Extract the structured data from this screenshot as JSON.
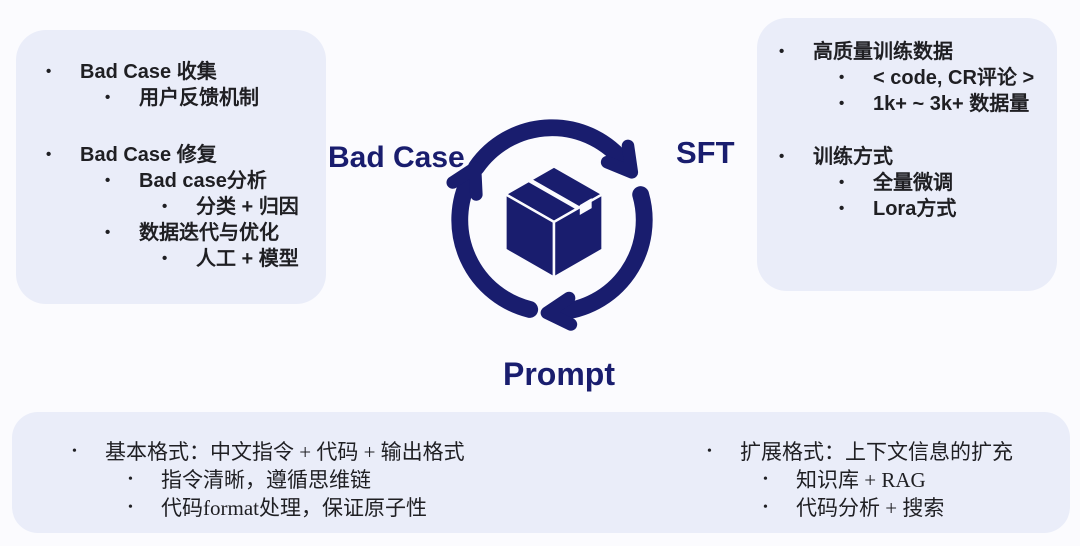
{
  "colors": {
    "navy": "#191d6e",
    "panel_bg": "#eaedf9",
    "page_bg": "#fbfbfe",
    "text": "#1f1f23"
  },
  "cycle": {
    "icon": "package-box-circular-arrows-icon",
    "labels": {
      "left": "Bad Case",
      "right": "SFT",
      "bottom": "Prompt"
    }
  },
  "panels": {
    "bad_case": {
      "items": [
        {
          "level": 1,
          "text": "Bad Case 收集"
        },
        {
          "level": 2,
          "text": "用户反馈机制"
        },
        {
          "level": 1,
          "text": "Bad Case 修复"
        },
        {
          "level": 2,
          "text": "Bad case分析"
        },
        {
          "level": 3,
          "text": "分类 + 归因"
        },
        {
          "level": 2,
          "text": "数据迭代与优化"
        },
        {
          "level": 3,
          "text": "人工 + 模型"
        }
      ]
    },
    "sft": {
      "items": [
        {
          "level": 1,
          "text": "高质量训练数据"
        },
        {
          "level": 2,
          "text": "< code, CR评论 >"
        },
        {
          "level": 2,
          "text": "1k+ ~ 3k+  数据量"
        },
        {
          "level": 1,
          "text": "训练方式"
        },
        {
          "level": 2,
          "text": "全量微调"
        },
        {
          "level": 2,
          "text": "Lora方式"
        }
      ]
    },
    "prompt_left": {
      "items": [
        {
          "level": 1,
          "text": "基本格式：中文指令 + 代码 +  输出格式"
        },
        {
          "level": 2,
          "text": "指令清晰，遵循思维链"
        },
        {
          "level": 2,
          "text": "代码format处理，保证原子性"
        }
      ]
    },
    "prompt_right": {
      "items": [
        {
          "level": 1,
          "text": "扩展格式：上下文信息的扩充"
        },
        {
          "level": 2,
          "text": "知识库 + RAG"
        },
        {
          "level": 2,
          "text": "代码分析 + 搜索"
        }
      ]
    }
  }
}
